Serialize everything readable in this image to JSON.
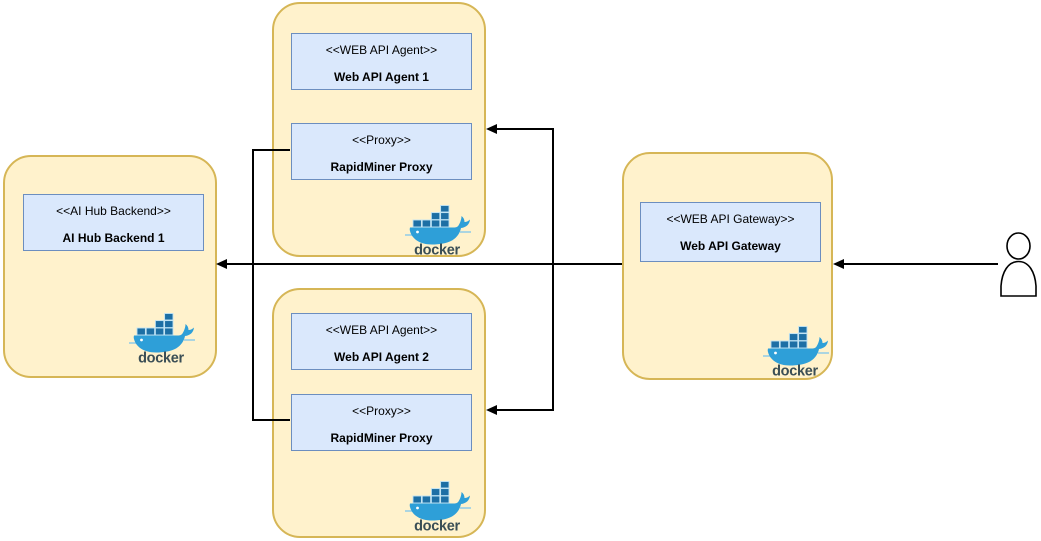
{
  "diagram": {
    "kind": "deployment-architecture-diagram",
    "docker_label": "docker",
    "colors": {
      "host_fill": "#FFF2CC",
      "host_border": "#D6B656",
      "node_fill": "#DAE8FC",
      "node_border": "#6C8EBF",
      "edge": "#000000",
      "docker_whale_blue": "#2E9FD8",
      "docker_container_blue": "#1D6FA5",
      "docker_text": "#3A4E55"
    },
    "nodes": {
      "aihub": {
        "stereotype": "<<AI Hub Backend>>",
        "name": "AI Hub Backend 1"
      },
      "agent1": {
        "stereotype": "<<WEB API Agent>>",
        "name": "Web API Agent 1"
      },
      "proxy1": {
        "stereotype": "<<Proxy>>",
        "name": "RapidMiner Proxy"
      },
      "agent2": {
        "stereotype": "<<WEB API Agent>>",
        "name": "Web API Agent 2"
      },
      "proxy2": {
        "stereotype": "<<Proxy>>",
        "name": "RapidMiner Proxy"
      },
      "gateway": {
        "stereotype": "<<WEB API Gateway>>",
        "name": "Web API Gateway"
      }
    },
    "icons": {
      "user": "person",
      "docker": "docker-whale"
    },
    "edges": [
      {
        "from": "user",
        "to": "gateway"
      },
      {
        "from": "gateway",
        "to": "aihub-host"
      },
      {
        "from": "gateway",
        "to": "agent1-host"
      },
      {
        "from": "gateway",
        "to": "agent2-host"
      },
      {
        "from": "proxy1",
        "to": "aihub-host"
      },
      {
        "from": "proxy2",
        "to": "aihub-host"
      }
    ]
  }
}
